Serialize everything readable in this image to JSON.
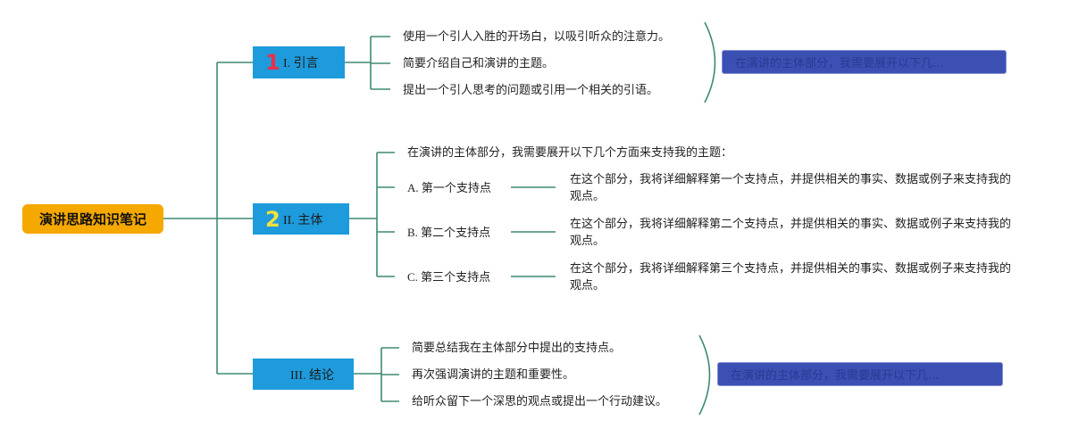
{
  "root": {
    "title": "演讲思路知识笔记"
  },
  "sections": [
    {
      "label": "I. 引言",
      "badge": "1",
      "badge_color": "#e8304a",
      "items": [
        "使用一个引人入胜的开场白，以吸引听众的注意力。",
        "简要介绍自己和演讲的主题。",
        "提出一个引人思考的问题或引用一个相关的引语。"
      ],
      "summary": "在演讲的主体部分，我需要展开以下几..."
    },
    {
      "label": "II. 主体",
      "badge": "2",
      "badge_color": "#f3e13c",
      "intro": "在演讲的主体部分，我需要展开以下几个方面来支持我的主题：",
      "points": [
        {
          "label": "A. 第一个支持点",
          "detail": "在这个部分，我将详细解释第一个支持点，并提供相关的事实、数据或例子来支持我的观点。"
        },
        {
          "label": "B. 第二个支持点",
          "detail": "在这个部分，我将详细解释第二个支持点，并提供相关的事实、数据或例子来支持我的观点。"
        },
        {
          "label": "C. 第三个支持点",
          "detail": "在这个部分，我将详细解释第三个支持点，并提供相关的事实、数据或例子来支持我的观点。"
        }
      ]
    },
    {
      "label": "III. 结论",
      "items": [
        "简要总结我在主体部分中提出的支持点。",
        "再次强调演讲的主题和重要性。",
        "给听众留下一个深思的观点或提出一个行动建议。"
      ],
      "summary": "在演讲的主体部分，我需要展开以下几..."
    }
  ],
  "colors": {
    "line": "#3d8a73",
    "section_fill": "#1e9bdc",
    "root_fill": "#f5a800",
    "summary_fill": "#3c50b4"
  }
}
